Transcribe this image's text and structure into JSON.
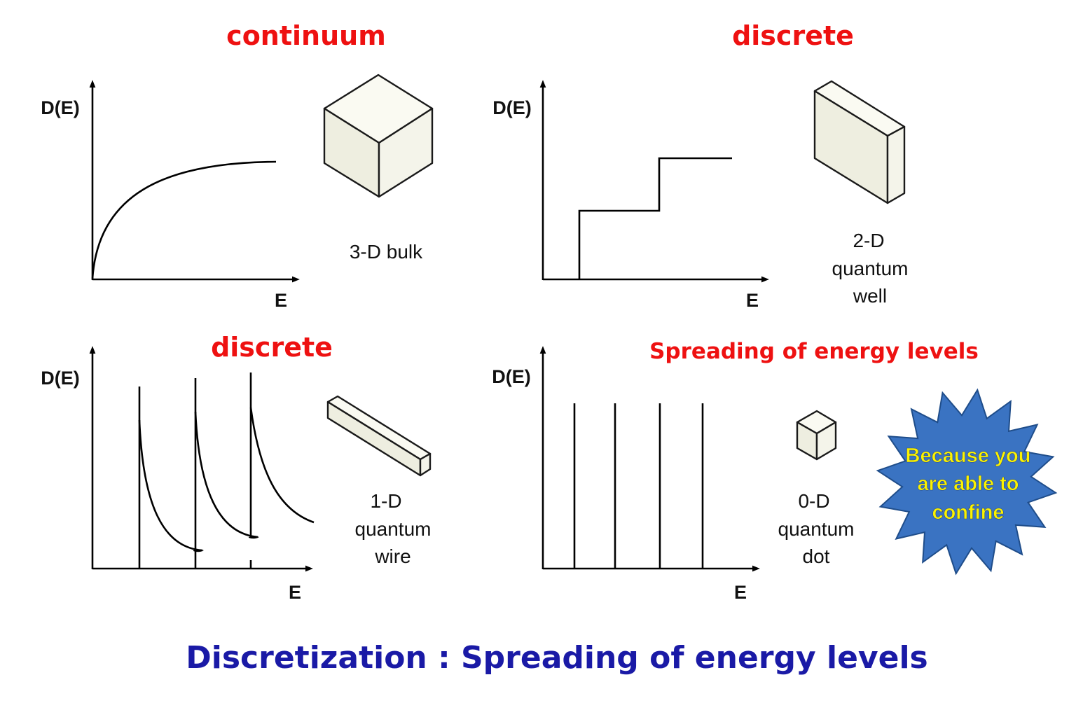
{
  "colors": {
    "heading": "#ee1111",
    "title": "#1a1aa6",
    "star_fill": "#3a73c2",
    "star_text": "#fbf200",
    "ink": "#111111"
  },
  "panels": {
    "bulk": {
      "heading": "continuum",
      "ylabel": "D(E)",
      "xlabel": "E",
      "caption": [
        "3-D bulk"
      ]
    },
    "well": {
      "heading": "discrete",
      "ylabel": "D(E)",
      "xlabel": "E",
      "caption": [
        "2-D",
        "quantum",
        "well"
      ]
    },
    "wire": {
      "heading": "discrete",
      "ylabel": "D(E)",
      "xlabel": "E",
      "caption": [
        "1-D",
        "quantum",
        "wire"
      ]
    },
    "dot": {
      "heading": "Spreading of energy levels",
      "ylabel": "D(E)",
      "xlabel": "E",
      "caption": [
        "0-D",
        "quantum",
        "dot"
      ]
    }
  },
  "starburst": {
    "lines": [
      "Because you",
      "are able to",
      "confine"
    ]
  },
  "title": "Discretization : Spreading of energy levels"
}
